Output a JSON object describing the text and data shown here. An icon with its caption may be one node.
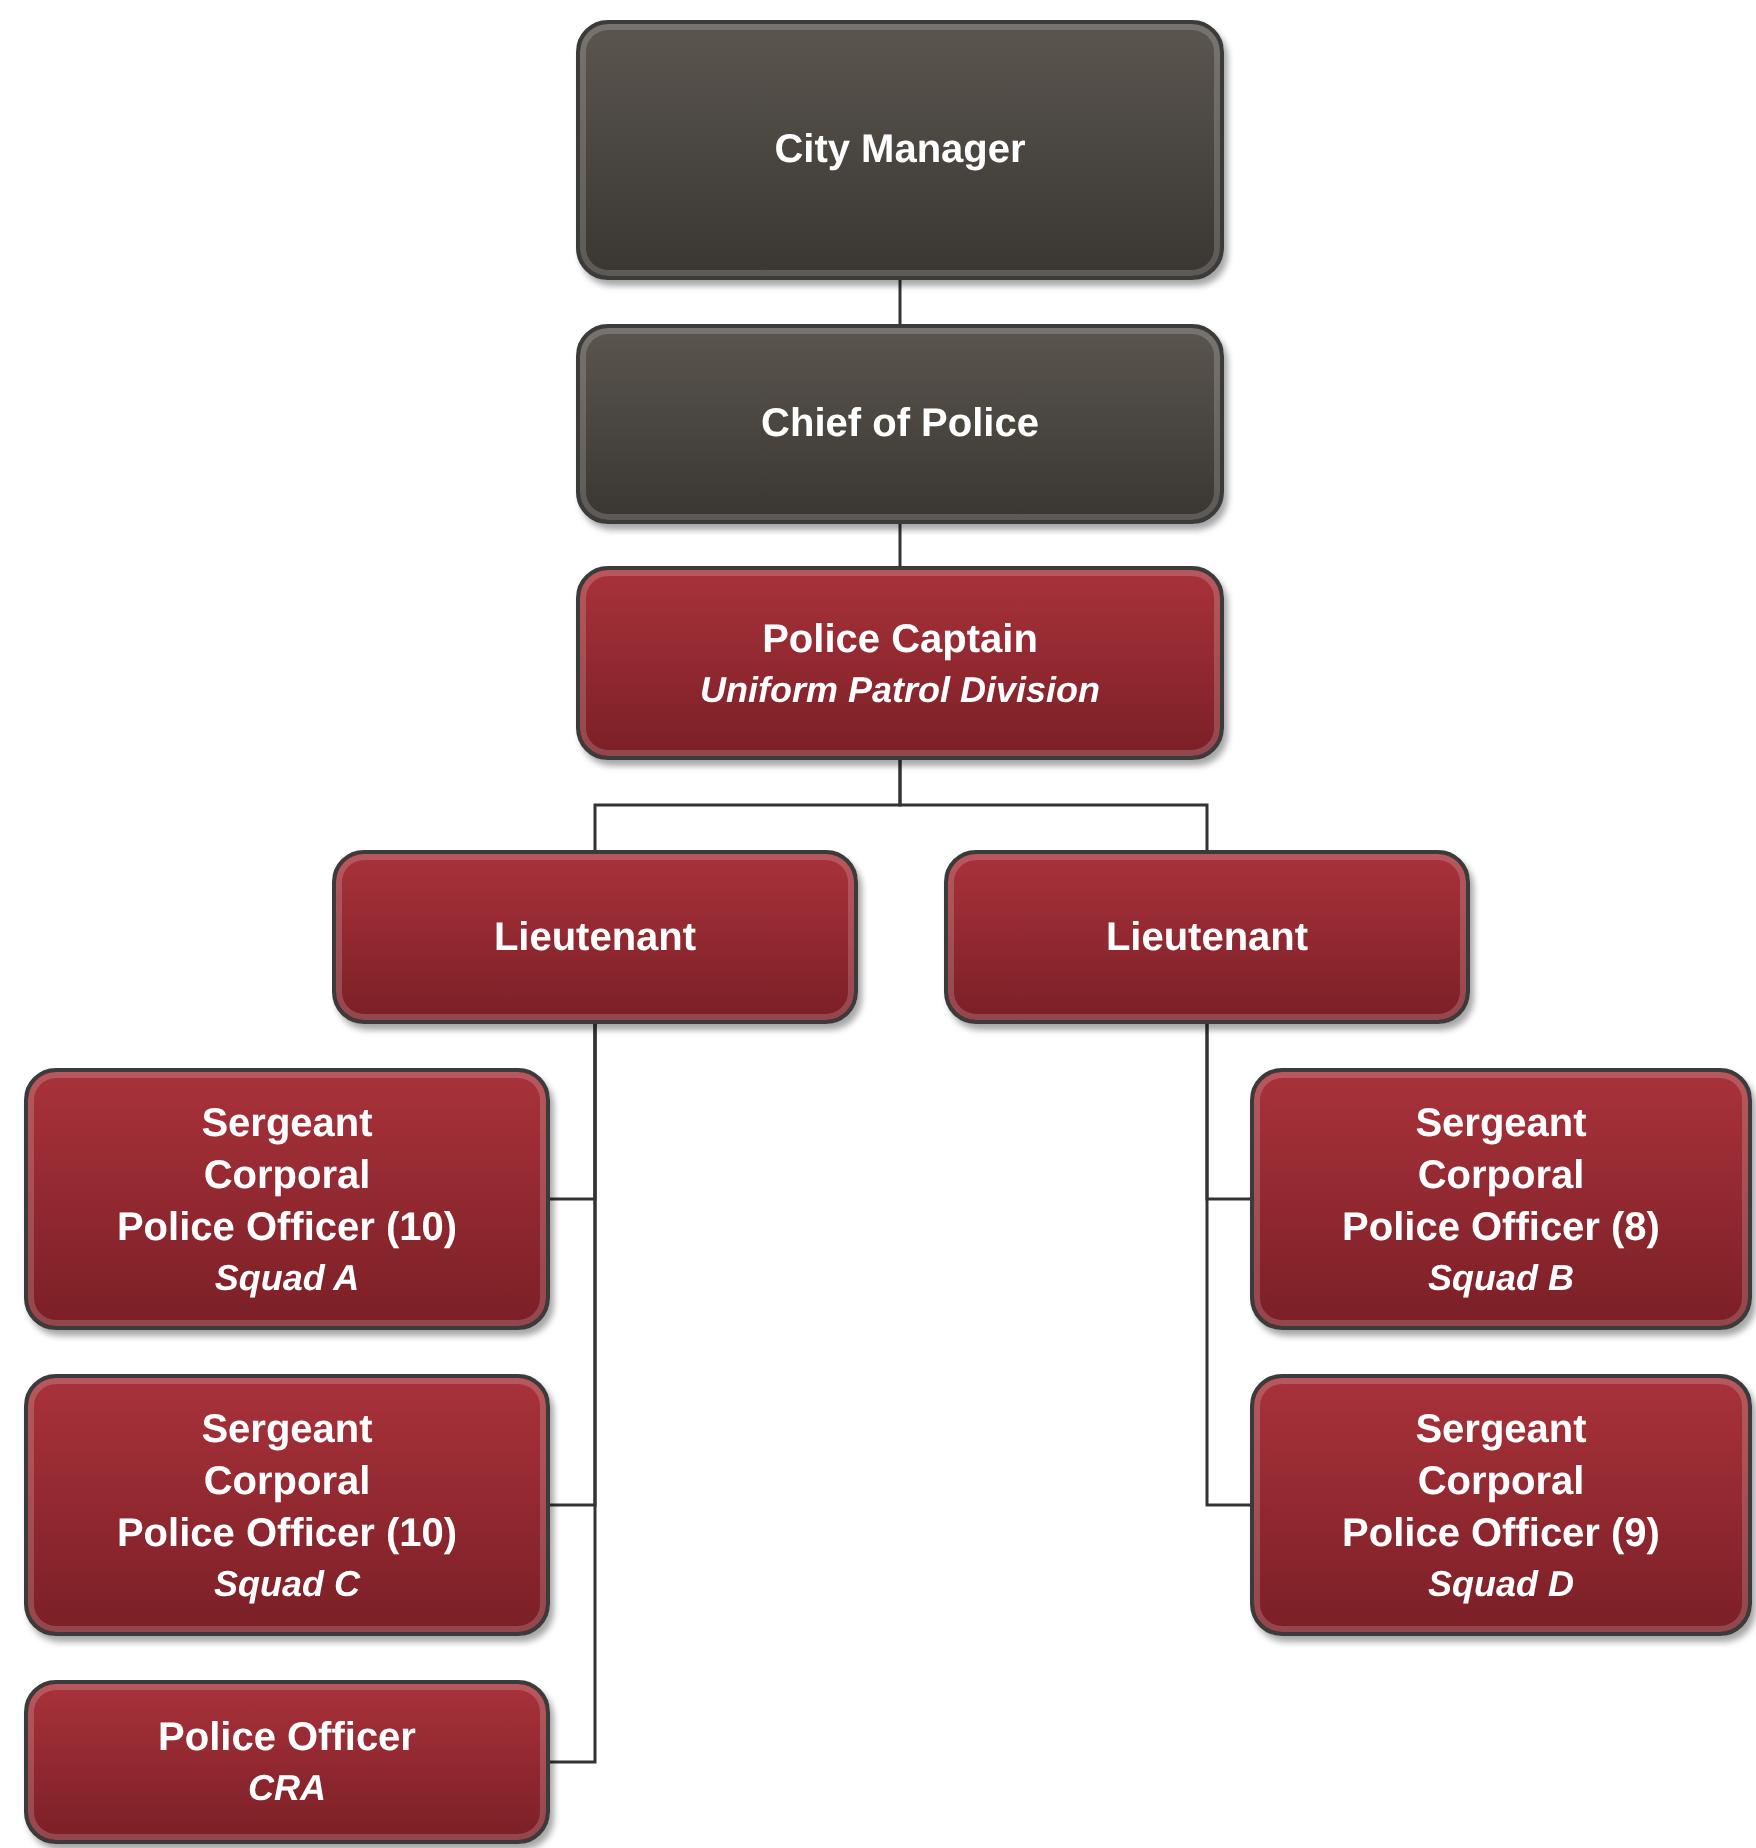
{
  "diagram": {
    "nodes": [
      {
        "text": [
          "City Manager"
        ]
      },
      {
        "text": [
          "Chief of Police"
        ]
      },
      {
        "text": [
          "Police Captain",
          "Uniform Patrol Division"
        ]
      },
      {
        "text": [
          "Lieutenant"
        ]
      },
      {
        "text": [
          "Lieutenant"
        ]
      },
      {
        "text": [
          "Sergeant",
          "Corporal",
          "Police Officer (10)",
          "Squad A"
        ]
      },
      {
        "text": [
          "Sergeant",
          "Corporal",
          "Police Officer (8)",
          "Squad B"
        ]
      },
      {
        "text": [
          "Sergeant",
          "Corporal",
          "Police Officer (10)",
          "Squad C"
        ]
      },
      {
        "text": [
          "Sergeant",
          "Corporal",
          "Police Officer (9)",
          "Squad D"
        ]
      },
      {
        "text": [
          "Police Officer",
          "CRA"
        ]
      }
    ],
    "edges": [
      {
        "from": 0,
        "to": 1,
        "arrow": "none"
      },
      {
        "from": 1,
        "to": 2,
        "arrow": "none"
      },
      {
        "from": 2,
        "to": 3,
        "arrow": "none"
      },
      {
        "from": 2,
        "to": 4,
        "arrow": "none"
      },
      {
        "from": 3,
        "to": 5,
        "arrow": "none"
      },
      {
        "from": 3,
        "to": 7,
        "arrow": "none"
      },
      {
        "from": 3,
        "to": 9,
        "arrow": "none"
      },
      {
        "from": 4,
        "to": 6,
        "arrow": "none"
      },
      {
        "from": 4,
        "to": 8,
        "arrow": "none"
      }
    ]
  }
}
